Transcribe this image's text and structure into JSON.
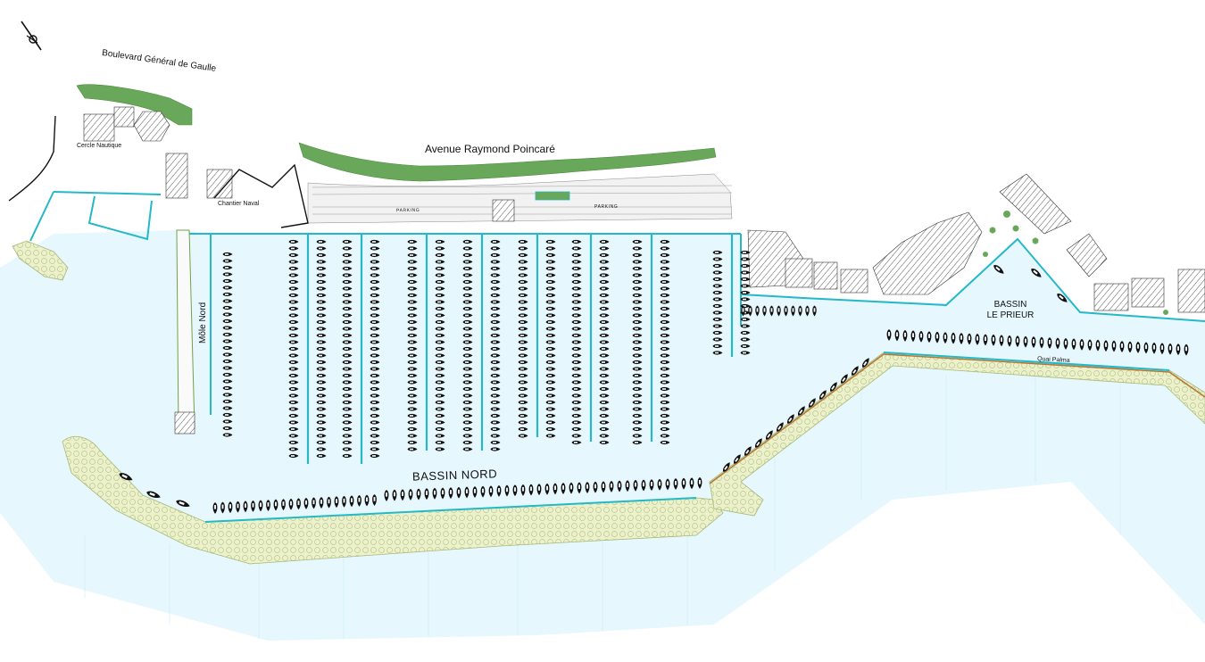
{
  "map": {
    "labels": {
      "boulevard": "Boulevard Général de Gaulle",
      "avenue": "Avenue Raymond Poincaré",
      "cercle": "Cercle Nautique",
      "chantier": "Chantier Naval",
      "parking1": "PARKING",
      "parking2": "PARKING",
      "mole": "Môle Nord",
      "bassin_nord": "BASSIN NORD",
      "bassin_prieur_1": "BASSIN",
      "bassin_prieur_2": "LE PRIEUR",
      "quai": "Quai Palma"
    },
    "icons": {
      "north_arrow": "compass-arrow-icon"
    },
    "colors": {
      "water": "#e6f7fd",
      "breakwater": "#e9efc4",
      "greenery": "#69a85a",
      "quay_line": "#24b8c8",
      "building_hatch": "#555555",
      "boat": "#111111",
      "quay_edge": "#b27a3a"
    }
  }
}
